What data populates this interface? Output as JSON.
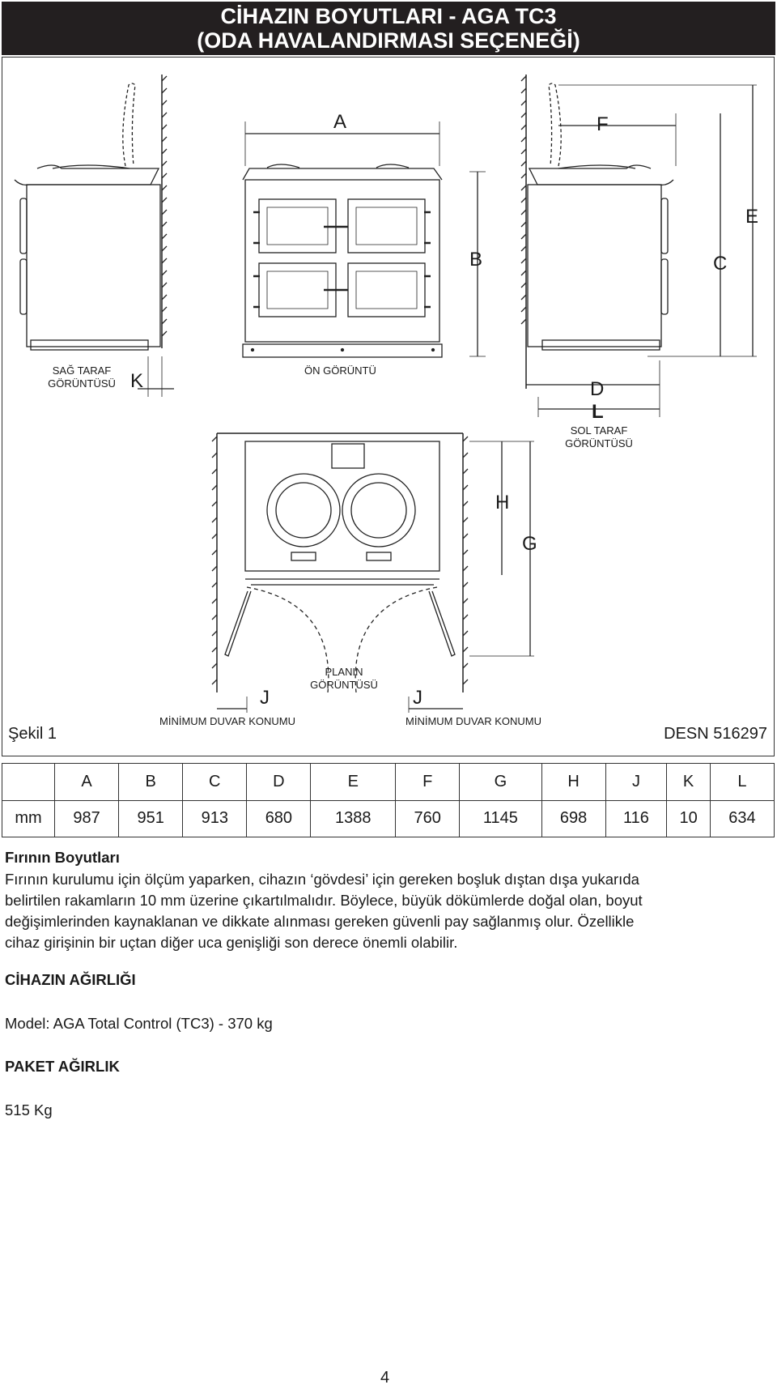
{
  "header": {
    "line1": "CİHAZIN BOYUTLARI - AGA TC3",
    "line2": "(ODA HAVALANDIRMASI SEÇENEĞİ)"
  },
  "figure": {
    "right_side_view": "SAĞ TARAF GÖRÜNTÜSÜ",
    "right_side_view_l1": "SAĞ TARAF",
    "right_side_view_l2": "GÖRÜNTÜSÜ",
    "front_view": "ÖN GÖRÜNTÜ",
    "left_side_view_l1": "SOL TARAF",
    "left_side_view_l2": "GÖRÜNTÜSÜ",
    "plan_view_l1": "PLANIN",
    "plan_view_l2": "GÖRÜNTÜSÜ",
    "min_wall": "MİNİMUM DUVAR KONUMU",
    "figure_no": "Şekil 1",
    "drawing_no": "DESN 516297",
    "letters": {
      "A": "A",
      "B": "B",
      "C": "C",
      "D": "D",
      "E": "E",
      "F": "F",
      "G": "G",
      "H": "H",
      "J": "J",
      "K": "K",
      "L": "L"
    }
  },
  "table": {
    "headers": [
      "",
      "A",
      "B",
      "C",
      "D",
      "E",
      "F",
      "G",
      "H",
      "J",
      "K",
      "L"
    ],
    "row": [
      "mm",
      "987",
      "951",
      "913",
      "680",
      "1388",
      "760",
      "1145",
      "698",
      "116",
      "10",
      "634"
    ]
  },
  "text": {
    "heading1": "Fırının Boyutları",
    "para_l1": "Fırının kurulumu için ölçüm yaparken, cihazın ‘gövdesi’ için gereken boşluk dıştan dışa yukarıda",
    "para_l2": "belirtilen rakamların 10 mm üzerine çıkartılmalıdır. Böylece, büyük dökümlerde doğal olan, boyut",
    "para_l3": "değişimlerinden kaynaklanan ve dikkate alınması gereken güvenli pay sağlanmış olur. Özellikle",
    "para_l4": "cihaz girişinin bir uçtan diğer uca genişliği son derece önemli olabilir.",
    "heading2": "CİHAZIN AĞIRLIĞI",
    "model": "Model: AGA Total Control (TC3) - 370 kg",
    "heading3": "PAKET AĞIRLIK",
    "package": "515 Kg"
  },
  "page_number": "4"
}
